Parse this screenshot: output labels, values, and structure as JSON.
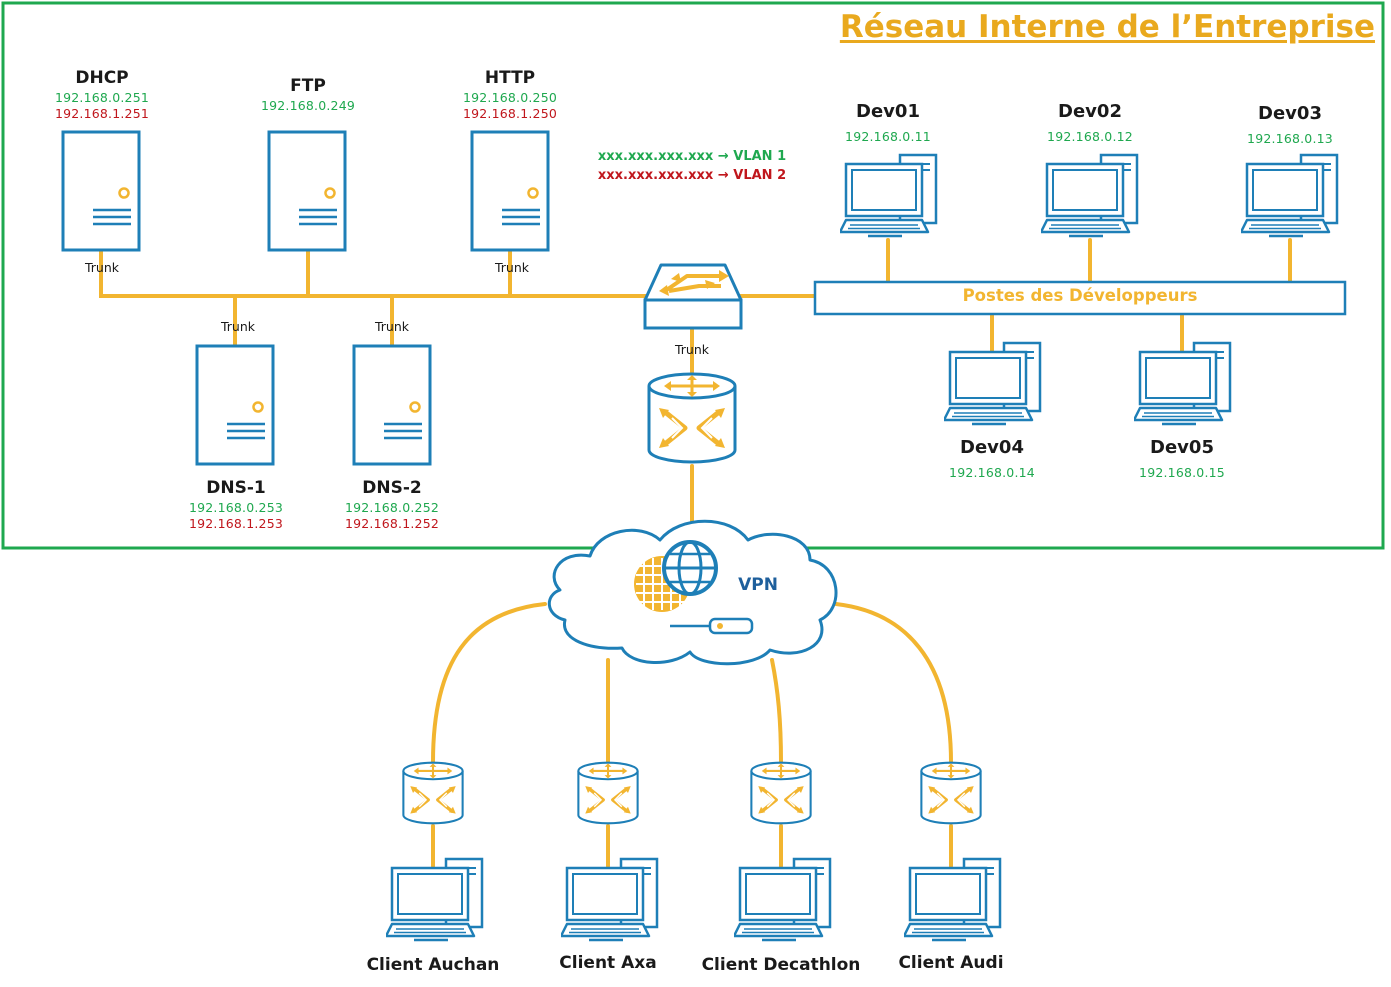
{
  "title": "Réseau Interne de l’Entreprise",
  "colors": {
    "frame": "#1fa84f",
    "title": "#e9a91e",
    "cable": "#f2b530",
    "device": "#1e7fb7",
    "vlan1": "#1fa84f",
    "vlan2": "#c0161c"
  },
  "legend": {
    "vlan1": "xxx.xxx.xxx.xxx → VLAN 1",
    "vlan2": "xxx.xxx.xxx.xxx → VLAN 2"
  },
  "servers": {
    "dhcp": {
      "name": "DHCP",
      "ip1": "192.168.0.251",
      "ip2": "192.168.1.251",
      "trunk": "Trunk",
      "icon": "server-icon"
    },
    "ftp": {
      "name": "FTP",
      "ip1": "192.168.0.249",
      "icon": "server-icon"
    },
    "http": {
      "name": "HTTP",
      "ip1": "192.168.0.250",
      "ip2": "192.168.1.250",
      "trunk": "Trunk",
      "icon": "server-icon"
    },
    "dns1": {
      "name": "DNS-1",
      "ip1": "192.168.0.253",
      "ip2": "192.168.1.253",
      "trunk": "Trunk",
      "icon": "server-icon"
    },
    "dns2": {
      "name": "DNS-2",
      "ip1": "192.168.0.252",
      "ip2": "192.168.1.252",
      "trunk": "Trunk",
      "icon": "server-icon"
    }
  },
  "switch": {
    "trunk": "Trunk",
    "icon": "switch-icon"
  },
  "router": {
    "icon": "router-icon"
  },
  "dev_bar": {
    "label": "Postes des Développeurs"
  },
  "devs": [
    {
      "name": "Dev01",
      "ip": "192.168.0.11"
    },
    {
      "name": "Dev02",
      "ip": "192.168.0.12"
    },
    {
      "name": "Dev03",
      "ip": "192.168.0.13"
    },
    {
      "name": "Dev04",
      "ip": "192.168.0.14"
    },
    {
      "name": "Dev05",
      "ip": "192.168.0.15"
    }
  ],
  "vpn": {
    "label": "VPN",
    "icon": "cloud-icon"
  },
  "clients": [
    {
      "name": "Client Auchan"
    },
    {
      "name": "Client Axa"
    },
    {
      "name": "Client Decathlon"
    },
    {
      "name": "Client Audi"
    }
  ]
}
